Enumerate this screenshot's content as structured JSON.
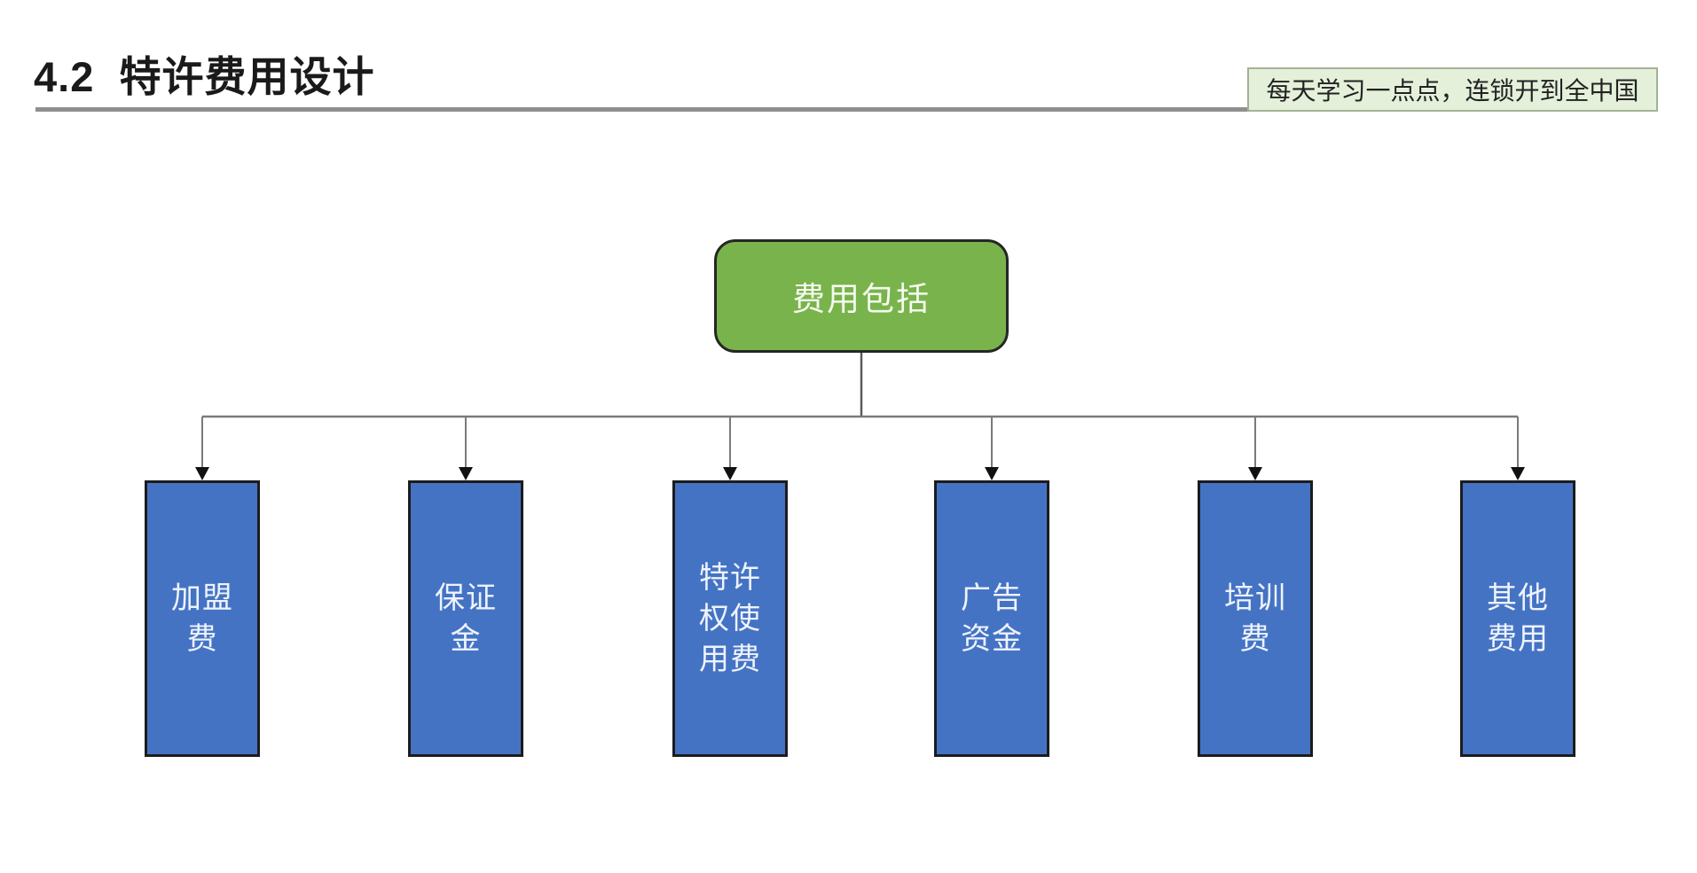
{
  "header": {
    "title": "4.2  特许费用设计",
    "slogan": "每天学习一点点，连锁开到全中国"
  },
  "diagram": {
    "root": {
      "label": "费用包括"
    },
    "children": [
      {
        "label": "加盟\n费"
      },
      {
        "label": "保证\n金"
      },
      {
        "label": "特许\n权使\n用费"
      },
      {
        "label": "广告\n资金"
      },
      {
        "label": "培训\n费"
      },
      {
        "label": "其他\n费用"
      }
    ]
  },
  "colors": {
    "green-fill": "#79b34c",
    "green-border": "#262626",
    "blue-fill": "#4573c4",
    "blue-border": "#1c1c1c",
    "line-gray": "#7a7a7a",
    "rule-gray": "#8f8f8f",
    "badge-bg": "#e4f0da",
    "badge-border": "#a3b295"
  }
}
